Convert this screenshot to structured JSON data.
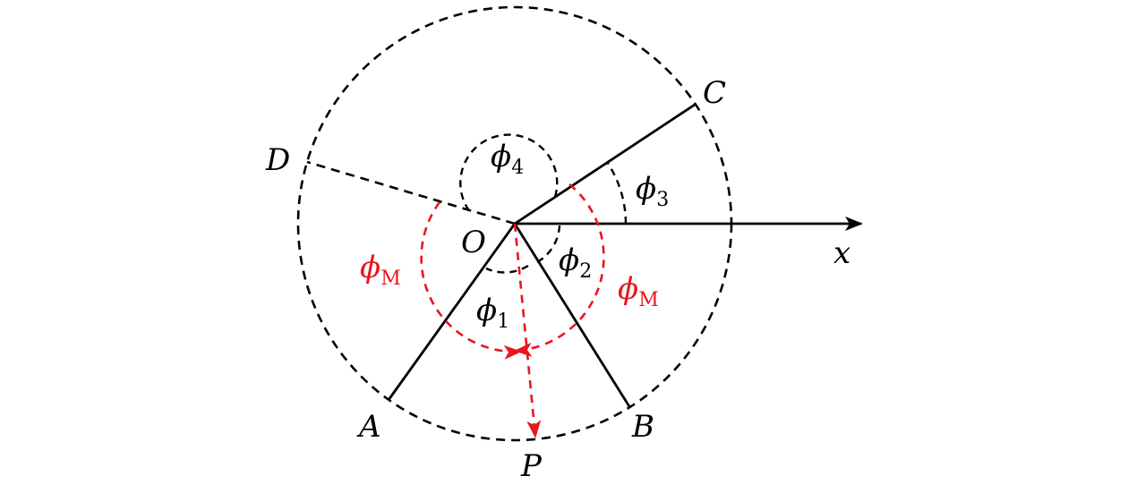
{
  "labels": {
    "point_o": "O",
    "point_a": "A",
    "point_b": "B",
    "point_c": "C",
    "point_d": "D",
    "point_p": "P",
    "axis_x": "x"
  },
  "angles": {
    "phi_symbol": "ϕ",
    "phi1_sub": "1",
    "phi2_sub": "2",
    "phi3_sub": "3",
    "phi4_sub": "4",
    "phiM_sub": "M"
  },
  "colors": {
    "ink": "#000000",
    "accent_red": "#e8161d",
    "background": "#ffffff"
  }
}
